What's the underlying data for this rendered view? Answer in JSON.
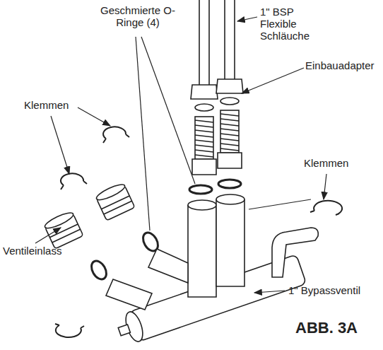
{
  "diagram": {
    "caption": "ABB. 3A",
    "labels": [
      "Geschmierte O-Ringe (4)",
      "1\" BSP Flexible Schläuche",
      "Einbauadapter",
      "Klemmen",
      "Klemmen",
      "Ventileinlass",
      "1\" Bypassventil"
    ]
  }
}
